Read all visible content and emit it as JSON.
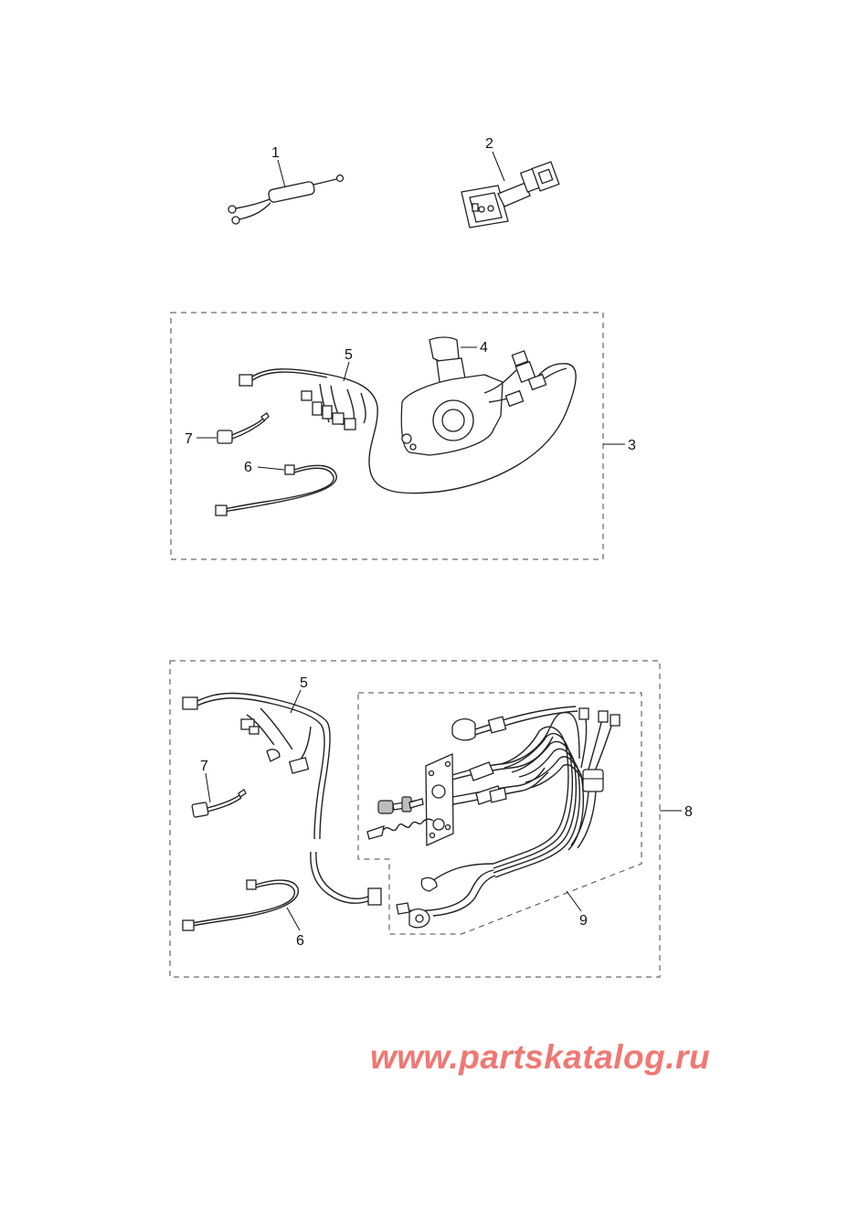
{
  "callouts": {
    "p1": "1",
    "p2": "2",
    "p3": "3",
    "p4": "4",
    "p5_top": "5",
    "p6_top": "6",
    "p7_top": "7",
    "p5_bottom": "5",
    "p6_bottom": "6",
    "p7_bottom": "7",
    "p8": "8",
    "p9": "9"
  },
  "watermark": "www.partskatalog.ru",
  "colors": {
    "line": "#222222",
    "watermark": "#f07873",
    "shade": "#bdbdbd"
  }
}
